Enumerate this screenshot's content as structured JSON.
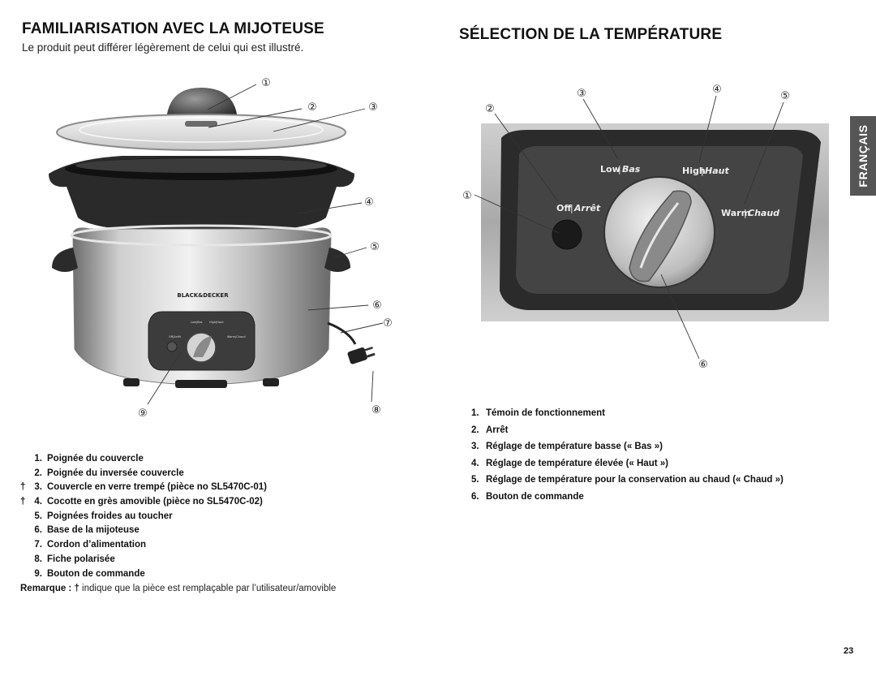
{
  "left": {
    "title": "FAMILIARISATION AVEC LA MIJOTEUSE",
    "subtitle": "Le produit peut différer légèrement de celui qui est illustré.",
    "callouts": [
      "①",
      "②",
      "③",
      "④",
      "⑤",
      "⑥",
      "⑦",
      "⑧",
      "⑨"
    ],
    "appliance": {
      "brand": "BLACK&DECKER",
      "dial_labels": [
        "Low|Bas",
        "High|Haut",
        "Off|Arrêt",
        "Warm|Chaud"
      ]
    },
    "parts": [
      {
        "marker": "",
        "number": "1.",
        "text": "Poignée du couvercle"
      },
      {
        "marker": "",
        "number": "2.",
        "text": "Poignée du inversée couvercle"
      },
      {
        "marker": "†",
        "number": "3.",
        "text": "Couvercle en verre trempé (pièce no SL5470C-01)"
      },
      {
        "marker": "†",
        "number": "4.",
        "text": "Cocotte en grès amovible (pièce no SL5470C-02)"
      },
      {
        "marker": "",
        "number": "5.",
        "text": "Poignées froides au toucher"
      },
      {
        "marker": "",
        "number": "6.",
        "text": "Base de la mijoteuse"
      },
      {
        "marker": "",
        "number": "7.",
        "text": "Cordon d’alimentation"
      },
      {
        "marker": "",
        "number": "8.",
        "text": "Fiche polarisée"
      },
      {
        "marker": "",
        "number": "9.",
        "text": "Bouton de commande"
      }
    ],
    "note": {
      "label": "Remarque : †",
      "text": " indique que la pièce est remplaçable par l’utilisateur/amovible"
    }
  },
  "right": {
    "title": "SÉLECTION DE LA TEMPÉRATURE",
    "callouts": [
      "①",
      "②",
      "③",
      "④",
      "⑤",
      "⑥"
    ],
    "panel_labels": {
      "low": "Low",
      "low_fr": "Bas",
      "high": "High",
      "high_fr": "Haut",
      "off": "Off",
      "off_fr": "Arrêt",
      "warm": "Warm",
      "warm_fr": "Chaud"
    },
    "items": [
      {
        "number": "1.",
        "text": "Témoin de fonctionnement"
      },
      {
        "number": "2.",
        "text": "Arrêt"
      },
      {
        "number": "3.",
        "text": "Réglage de température basse (« Bas »)"
      },
      {
        "number": "4.",
        "text": "Réglage de température élevée (« Haut »)"
      },
      {
        "number": "5.",
        "text": "Réglage de température pour la conservation au chaud (« Chaud »)"
      },
      {
        "number": "6.",
        "text": "Bouton de commande"
      }
    ]
  },
  "language_tab": "FRANÇAIS",
  "page_number": "23"
}
